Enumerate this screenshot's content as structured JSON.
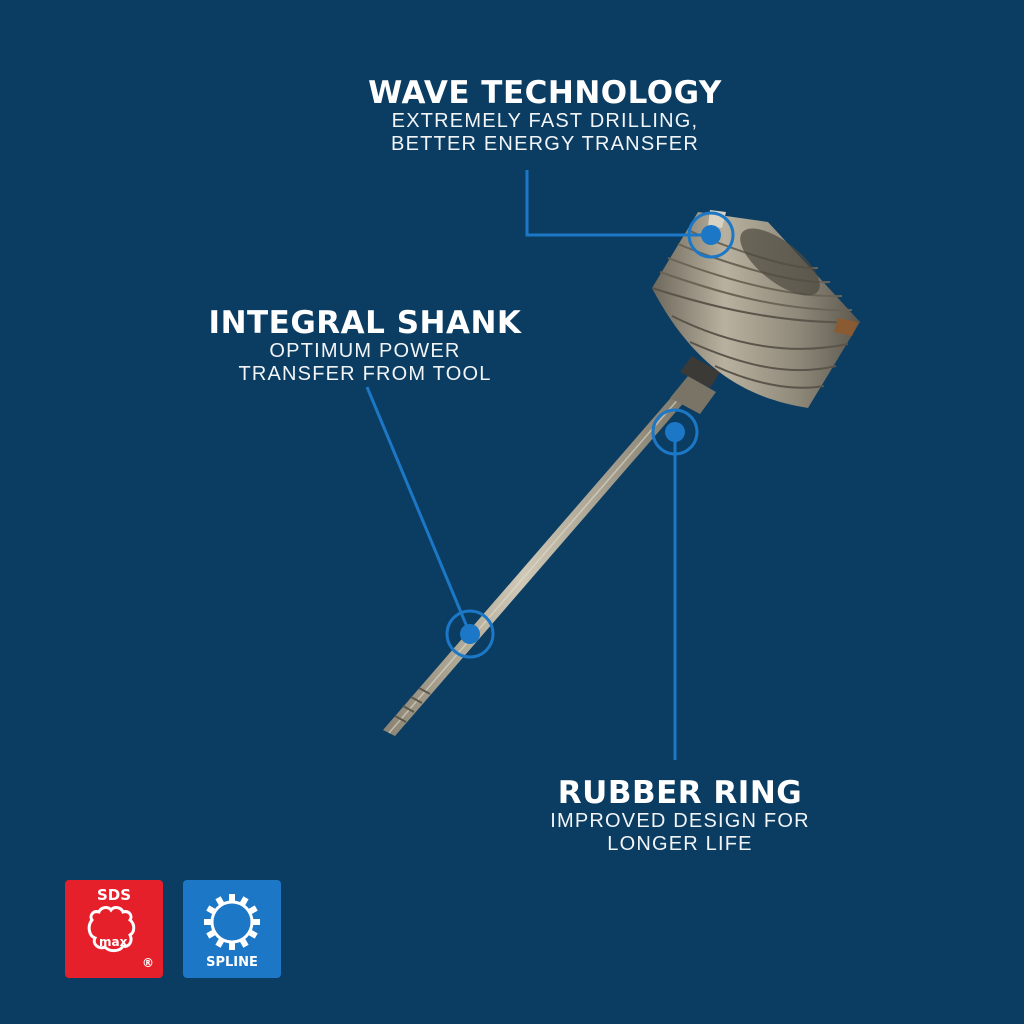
{
  "callouts": {
    "wave": {
      "title": "WAVE TECHNOLOGY",
      "line1": "EXTREMELY FAST DRILLING,",
      "line2": "BETTER ENERGY TRANSFER"
    },
    "shank": {
      "title": "INTEGRAL SHANK",
      "line1": "OPTIMUM POWER",
      "line2": "TRANSFER FROM TOOL"
    },
    "ring": {
      "title": "RUBBER RING",
      "line1": "IMPROVED DESIGN FOR",
      "line2": "LONGER LIFE"
    }
  },
  "badges": {
    "sds": {
      "top": "SDS",
      "mid": "max",
      "reg": "®"
    },
    "spline": {
      "label": "SPLINE"
    }
  },
  "colors": {
    "background": "#0b3c61",
    "accent": "#1c78c6",
    "sds_red": "#e5202a"
  },
  "icons": {
    "product": "core-bit-image",
    "sds": "sds-max-logo",
    "spline": "spline-gear-icon"
  }
}
